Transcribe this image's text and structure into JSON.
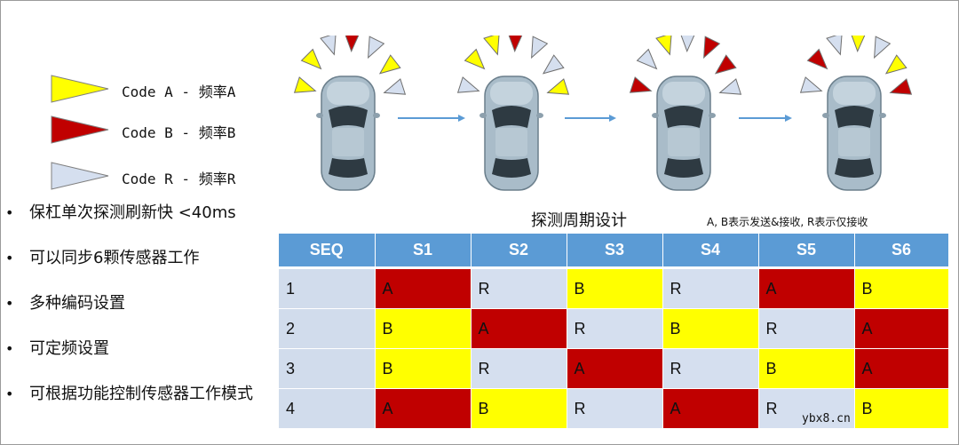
{
  "colors": {
    "A": "#ffff00",
    "B": "#c00000",
    "R": "#d5dfef",
    "header": "#5b9bd5",
    "arrow": "#5b9bd5"
  },
  "legend": [
    {
      "code": "A",
      "label": "Code A - 频率A",
      "color": "#ffff00"
    },
    {
      "code": "B",
      "label": "Code B - 频率B",
      "color": "#c00000"
    },
    {
      "code": "R",
      "label": "Code R - 频率R",
      "color": "#d5dfef"
    }
  ],
  "bullets": [
    "保杠单次探测刷新快 <40ms",
    "可以同步6颗传感器工作",
    "多种编码设置",
    "可定频设置",
    "可根据功能控制传感器工作模式"
  ],
  "cars": [
    {
      "sensors": [
        "A",
        "A",
        "R",
        "B",
        "R",
        "A",
        "R"
      ]
    },
    {
      "sensors": [
        "R",
        "A",
        "A",
        "B",
        "R",
        "R",
        "A"
      ]
    },
    {
      "sensors": [
        "B",
        "R",
        "A",
        "R",
        "B",
        "B",
        "R"
      ]
    },
    {
      "sensors": [
        "R",
        "B",
        "R",
        "A",
        "R",
        "A",
        "B"
      ]
    }
  ],
  "table": {
    "title": "探测周期设计",
    "note": "A, B表示发送&接收, R表示仅接收",
    "headers": [
      "SEQ",
      "S1",
      "S2",
      "S3",
      "S4",
      "S5",
      "S6"
    ],
    "rows": [
      [
        "1",
        "A",
        "R",
        "B",
        "R",
        "A",
        "B"
      ],
      [
        "2",
        "B",
        "A",
        "R",
        "B",
        "R",
        "A"
      ],
      [
        "3",
        "B",
        "R",
        "A",
        "R",
        "B",
        "A"
      ],
      [
        "4",
        "A",
        "B",
        "R",
        "A",
        "R",
        "B"
      ]
    ]
  },
  "watermark": "ybx8.cn"
}
